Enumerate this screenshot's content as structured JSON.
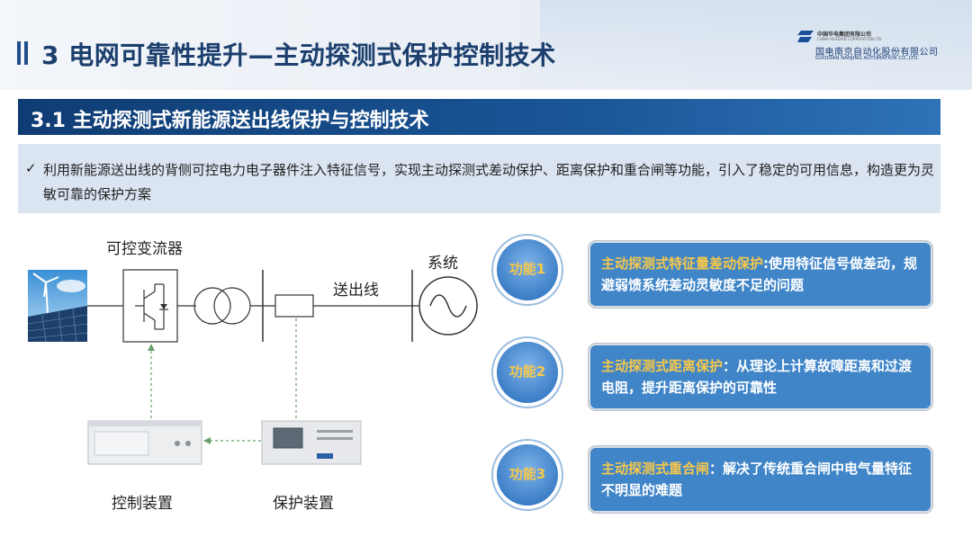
{
  "header": {
    "title": "3 电网可靠性提升—主动探测式保护控制技术",
    "logo": {
      "group_cn": "中国华电集团有限公司",
      "group_en": "CHINA HUADIAN CORPORATION LTD",
      "company_cn": "国电南京自动化股份有限公司",
      "company_en": "GUODIAN NANJING AUTOMATION CO.,LTD."
    }
  },
  "section": {
    "title": "3.1 主动探测式新能源送出线保护与控制技术"
  },
  "note": {
    "check": "✓",
    "text": "利用新能源送出线的背侧可控电力电子器件注入特征信号，实现主动探测式差动保护、距离保护和重合闸等功能，引入了稳定的可用信息，构造更为灵敏可靠的保护方案"
  },
  "diagram": {
    "converter_label": "可控变流器",
    "system_label": "系统",
    "line_label": "送出线",
    "control_device_label": "控制装置",
    "protection_device_label": "保护装置"
  },
  "functions": [
    {
      "badge": "功能1",
      "highlight": "主动探测式特征量差动保护",
      "text": ":使用特征信号做差动，规避弱馈系统差动灵敏度不足的问题"
    },
    {
      "badge": "功能2",
      "highlight": "主动探测式距离保护",
      "text": "：从理论上计算故障距离和过渡电阻，提升距离保护的可靠性"
    },
    {
      "badge": "功能3",
      "highlight": "主动探测式重合闸",
      "text": "：解决了传统重合闸中电气量特征不明显的难题"
    }
  ],
  "colors": {
    "accent": "#1c3f6e",
    "section_bar": "#0f3c73",
    "function_box": "#3f85c8",
    "highlight": "#f7c84a",
    "note_bg": "#dbe5f2"
  }
}
